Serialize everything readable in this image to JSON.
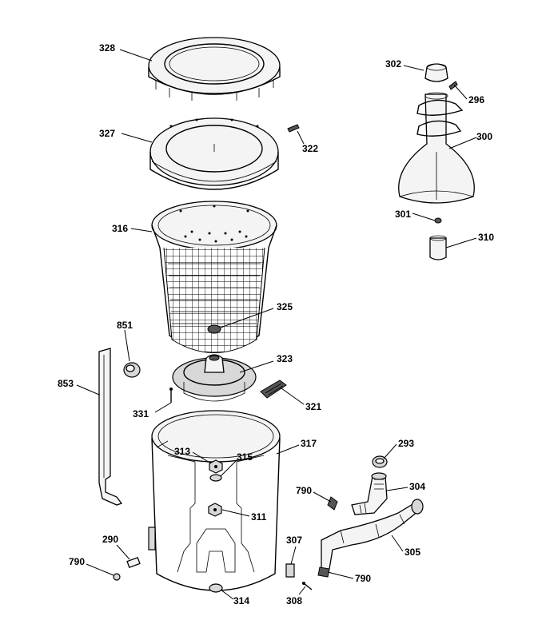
{
  "diagram": {
    "header_fragment": "",
    "parts": [
      {
        "id": "328",
        "label": "328"
      },
      {
        "id": "327",
        "label": "327"
      },
      {
        "id": "322",
        "label": "322"
      },
      {
        "id": "316",
        "label": "316"
      },
      {
        "id": "325",
        "label": "325"
      },
      {
        "id": "323",
        "label": "323"
      },
      {
        "id": "321",
        "label": "321"
      },
      {
        "id": "851",
        "label": "851"
      },
      {
        "id": "853",
        "label": "853"
      },
      {
        "id": "331",
        "label": "331"
      },
      {
        "id": "317",
        "label": "317"
      },
      {
        "id": "313",
        "label": "313"
      },
      {
        "id": "315",
        "label": "315"
      },
      {
        "id": "311",
        "label": "311"
      },
      {
        "id": "290",
        "label": "290"
      },
      {
        "id": "790a",
        "label": "790"
      },
      {
        "id": "314",
        "label": "314"
      },
      {
        "id": "302",
        "label": "302"
      },
      {
        "id": "296",
        "label": "296"
      },
      {
        "id": "300",
        "label": "300"
      },
      {
        "id": "301",
        "label": "301"
      },
      {
        "id": "310",
        "label": "310"
      },
      {
        "id": "293",
        "label": "293"
      },
      {
        "id": "304",
        "label": "304"
      },
      {
        "id": "790b",
        "label": "790"
      },
      {
        "id": "305",
        "label": "305"
      },
      {
        "id": "307",
        "label": "307"
      },
      {
        "id": "790c",
        "label": "790"
      },
      {
        "id": "308",
        "label": "308"
      }
    ]
  }
}
